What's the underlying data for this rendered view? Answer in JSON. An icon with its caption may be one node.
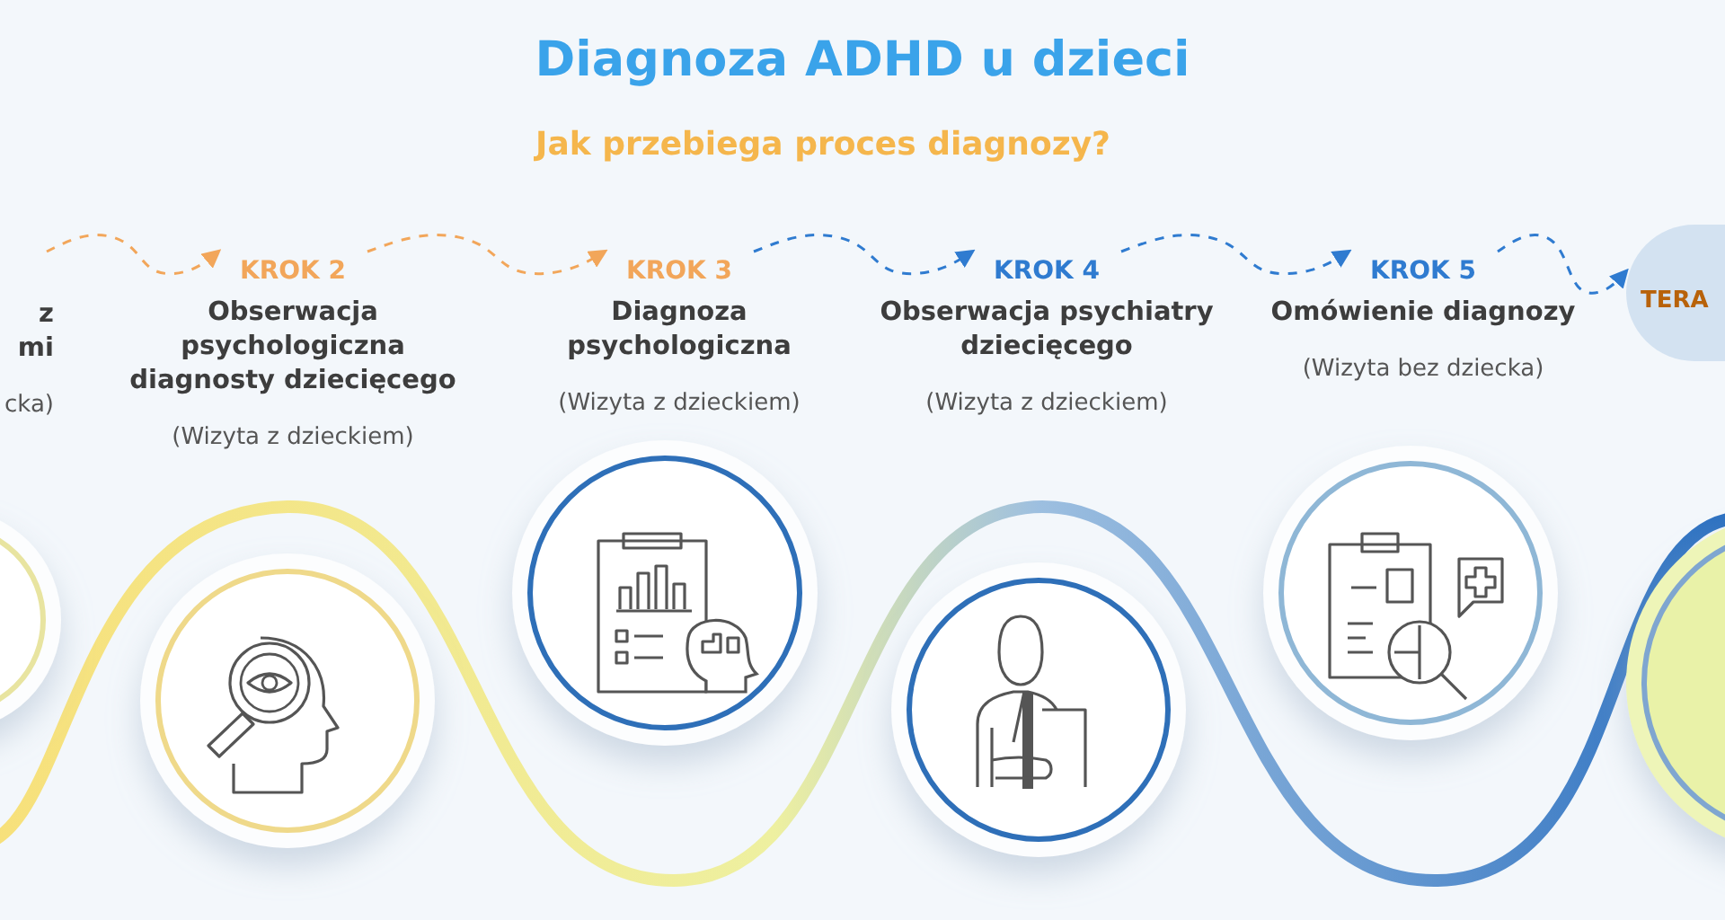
{
  "diagram": {
    "title": "Diagnoza ADHD u dzieci",
    "caption": "Jak przebiega proces diagnozy?",
    "nodes": [
      {
        "text": [
          "z mi",
          "cka)"
        ]
      },
      {
        "text": [
          "KROK 2",
          "Obserwacja psychologiczna diagnosty dziecięcego",
          "(Wizyta z dzieckiem)"
        ]
      },
      {
        "text": [
          "KROK 3",
          "Diagnoza psychologiczna",
          "(Wizyta z dzieckiem)"
        ]
      },
      {
        "text": [
          "KROK 4",
          "Obserwacja psychiatry dziecięcego",
          "(Wizyta z dzieckiem)"
        ]
      },
      {
        "text": [
          "KROK 5",
          "Omówienie diagnozy",
          "(Wizyta bez dziecka)"
        ]
      },
      {
        "text": [
          "TERA"
        ]
      }
    ],
    "edges": [
      {
        "from": 0,
        "to": 1,
        "arrow": "to",
        "style": "dashed",
        "color": "#f2a65a"
      },
      {
        "from": 1,
        "to": 2,
        "arrow": "to",
        "style": "dashed",
        "color": "#f2a65a"
      },
      {
        "from": 2,
        "to": 3,
        "arrow": "to",
        "style": "dashed"
      },
      {
        "from": 3,
        "to": 4,
        "arrow": "to",
        "style": "dashed"
      },
      {
        "from": 4,
        "to": 5,
        "arrow": "to",
        "style": "dashed"
      }
    ]
  }
}
